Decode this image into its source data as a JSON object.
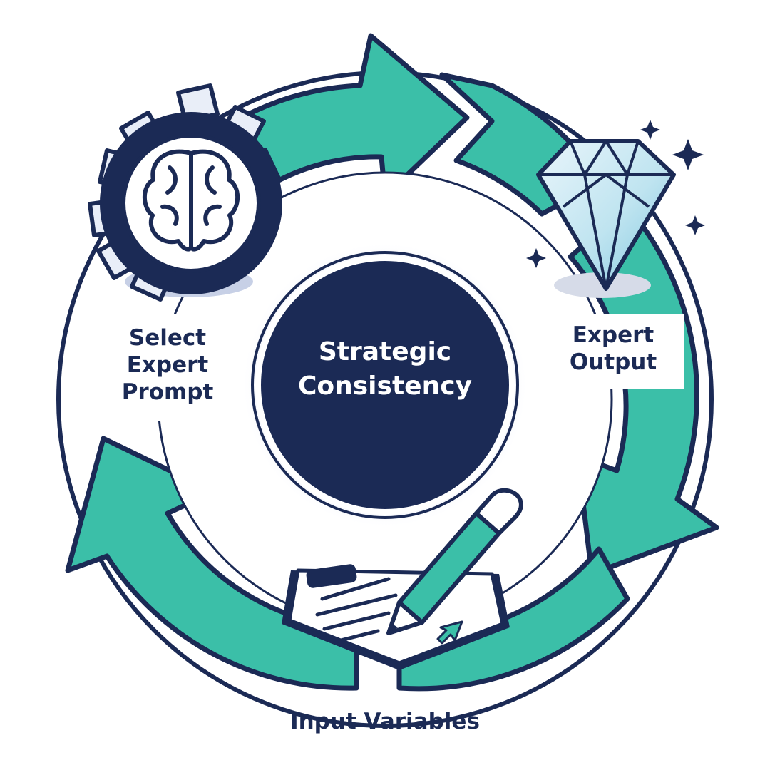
{
  "diagram": {
    "center": {
      "line1": "Strategic",
      "line2": "Consistency"
    },
    "steps": {
      "select_prompt": {
        "line1": "Select",
        "line2": "Expert",
        "line3": "Prompt",
        "icon": "brain-gear-icon"
      },
      "expert_output": {
        "line1": "Expert",
        "line2": "Output",
        "icon": "diamond-icon"
      },
      "input_variables": {
        "label": "Input Variables",
        "icon": "clipboard-pencil-icon"
      }
    },
    "colors": {
      "navy": "#1b2a55",
      "teal": "#3bbfa8",
      "white": "#ffffff"
    }
  }
}
